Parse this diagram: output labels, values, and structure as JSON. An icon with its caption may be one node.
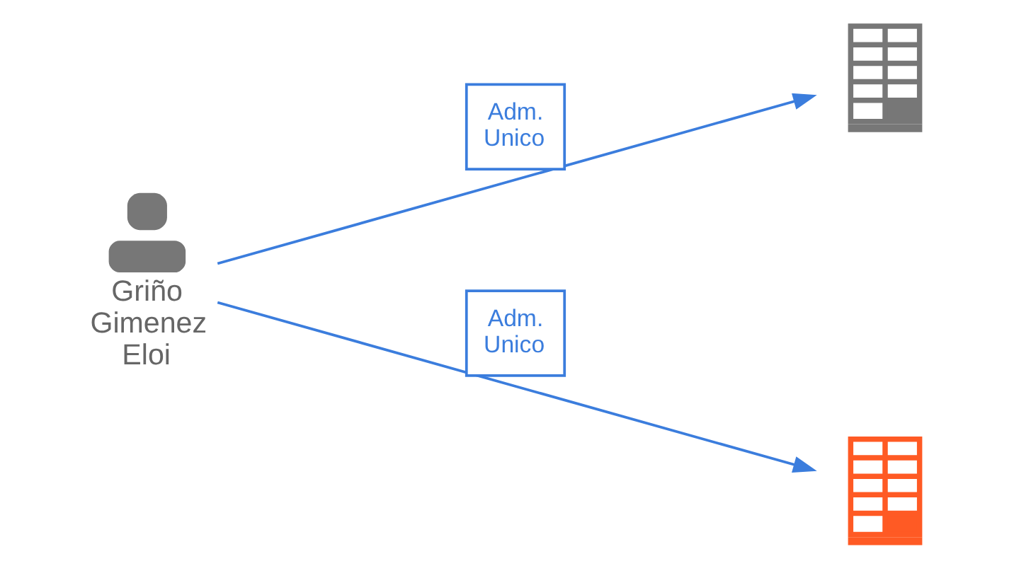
{
  "diagram": {
    "nodes": [
      {
        "text": [
          "Griño Gimenez Eloi"
        ]
      },
      {
        "text": [],
        "shape": "building"
      },
      {
        "text": [],
        "shape": "building"
      }
    ],
    "edges": [
      {
        "from": 0,
        "to": 1,
        "arrow": "to",
        "label": "Adm. Unico"
      },
      {
        "from": 0,
        "to": 2,
        "arrow": "to",
        "label": "Adm. Unico"
      }
    ]
  }
}
